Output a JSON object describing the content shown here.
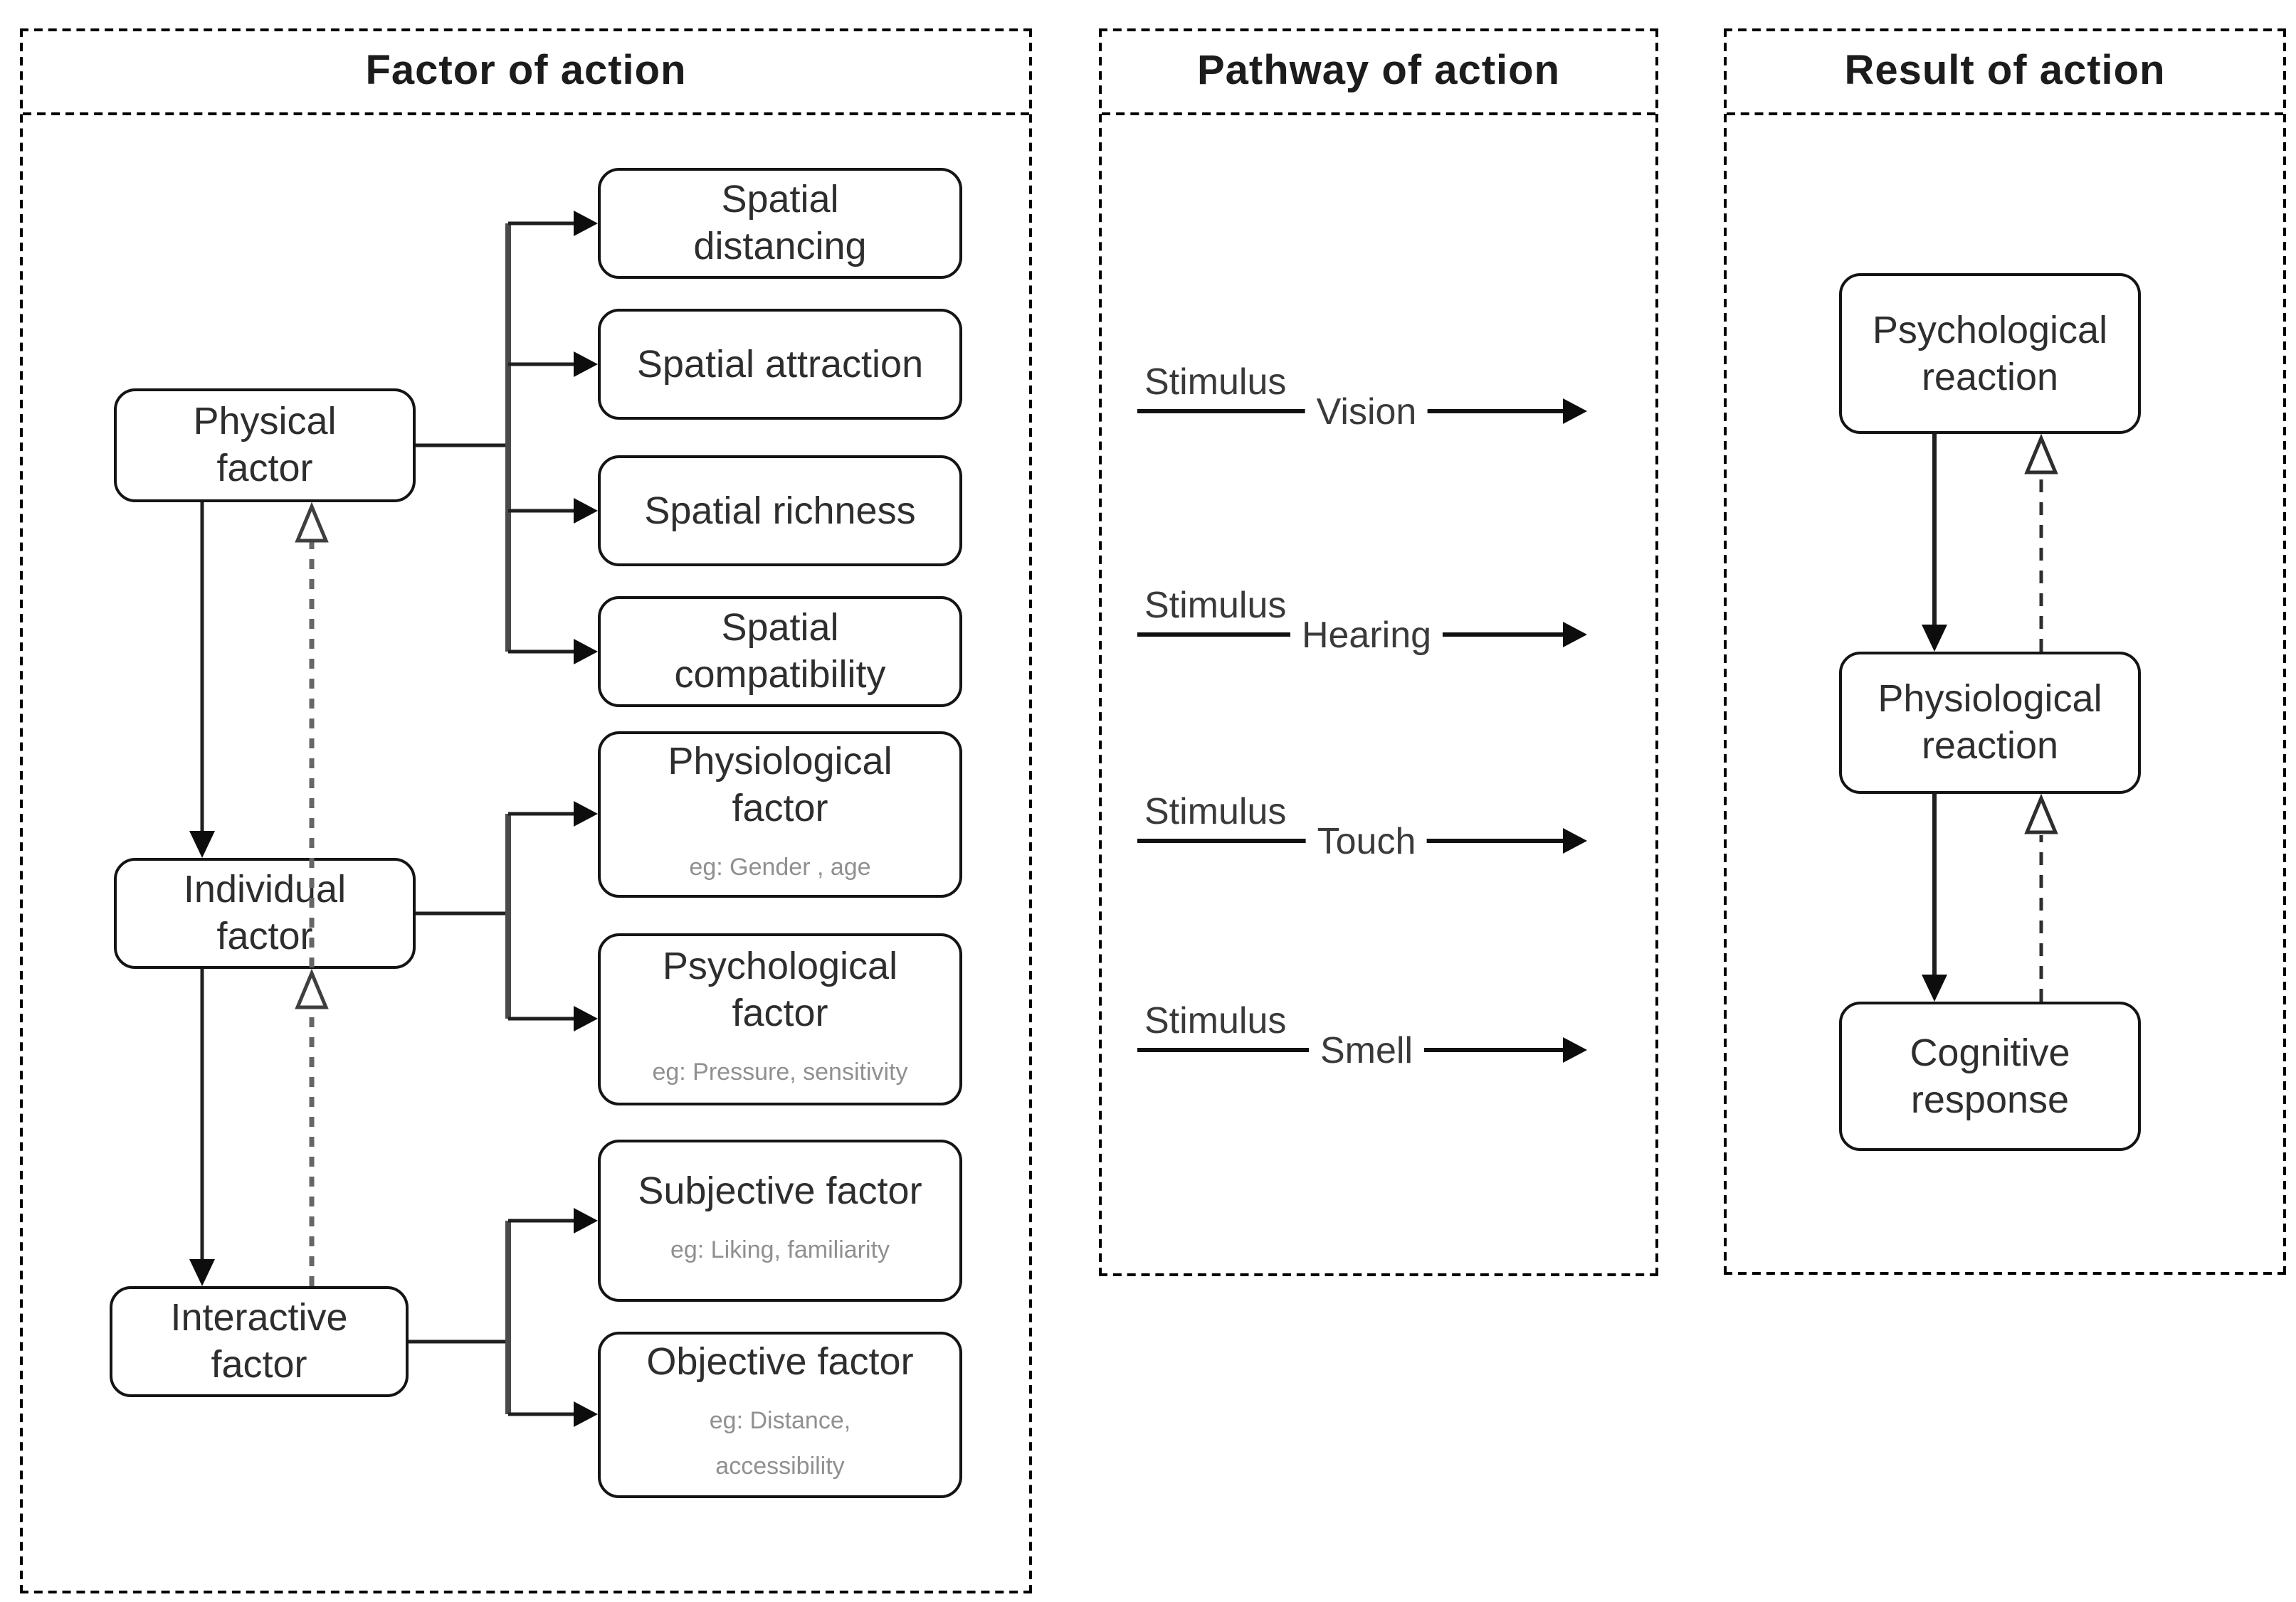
{
  "headers": {
    "factor": "Factor of action",
    "pathway": "Pathway of action",
    "result": "Result of action"
  },
  "factor_nodes": {
    "physical": {
      "label": [
        "Physical",
        "factor"
      ]
    },
    "individual": {
      "label": [
        "Individual",
        "factor"
      ]
    },
    "interactive": {
      "label": [
        "Interactive",
        "factor"
      ]
    },
    "spatial_distancing": {
      "label": [
        "Spatial",
        "distancing"
      ]
    },
    "spatial_attraction": {
      "label": [
        "Spatial attraction"
      ]
    },
    "spatial_richness": {
      "label": [
        "Spatial richness"
      ]
    },
    "spatial_compatibility": {
      "label": [
        "Spatial",
        "compatibility"
      ]
    },
    "physiological": {
      "label": [
        "Physiological",
        "factor"
      ],
      "eg": [
        "eg:  Gender , age"
      ]
    },
    "psychological": {
      "label": [
        "Psychological",
        "factor"
      ],
      "eg": [
        "eg:  Pressure, sensitivity"
      ]
    },
    "subjective": {
      "label": [
        "Subjective factor"
      ],
      "eg": [
        "eg:  Liking, familiarity"
      ]
    },
    "objective": {
      "label": [
        "Objective factor"
      ],
      "eg": [
        "eg:  Distance,",
        "accessibility"
      ]
    }
  },
  "pathway_rows": [
    {
      "stimulus": "Stimulus",
      "sense": "Vision"
    },
    {
      "stimulus": "Stimulus",
      "sense": "Hearing"
    },
    {
      "stimulus": "Stimulus",
      "sense": "Touch"
    },
    {
      "stimulus": "Stimulus",
      "sense": "Smell"
    }
  ],
  "result_nodes": {
    "psychological_reaction": {
      "label": [
        "Psychological",
        "reaction"
      ]
    },
    "physiological_reaction": {
      "label": [
        "Physiological",
        "reaction"
      ]
    },
    "cognitive_response": {
      "label": [
        "Cognitive",
        "response"
      ]
    }
  },
  "colors": {
    "background": "#ffffff",
    "box_border": "#141414",
    "connector": "#1f1f1f",
    "bracket_line": "#4a4a4a",
    "dashed_feedback": "#666666",
    "eg_text": "#909090",
    "title_text": "#1c1c1c"
  }
}
